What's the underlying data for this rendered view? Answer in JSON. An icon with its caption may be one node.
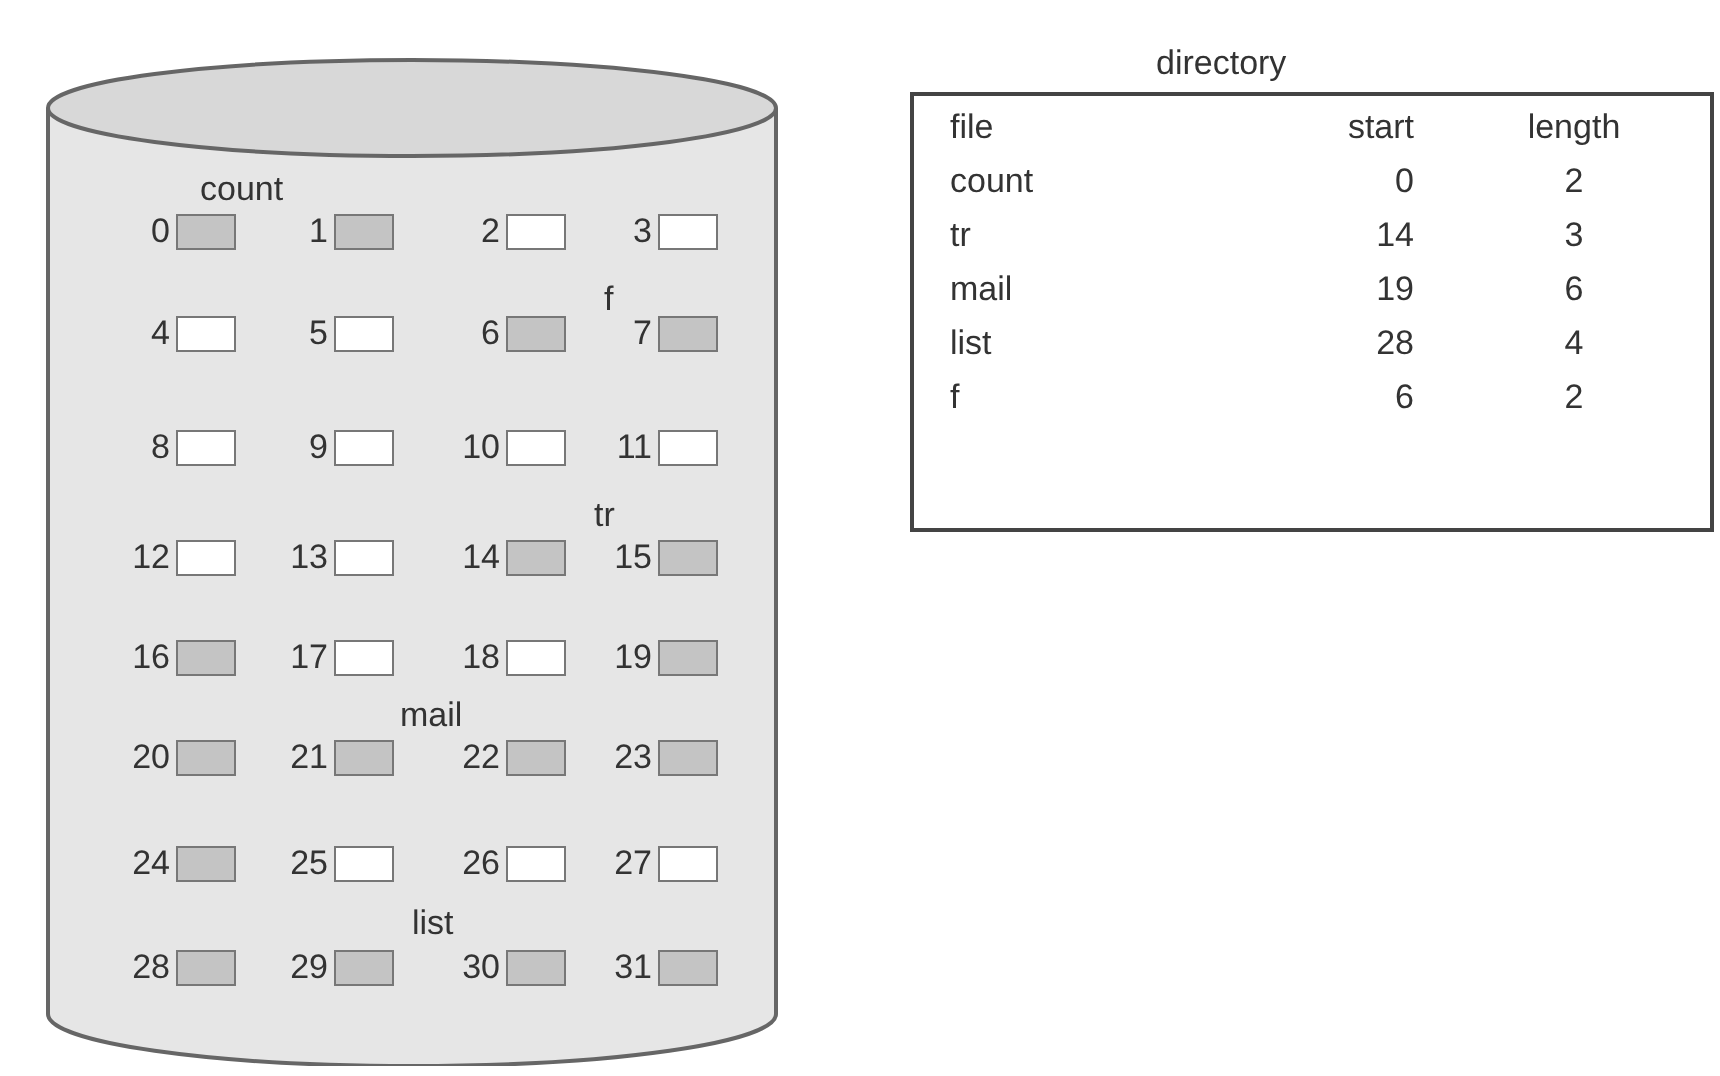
{
  "diagram": {
    "nodes": [
      {
        "text": [],
        "shape": "cylinder"
      },
      {
        "text": [],
        "shape": "box",
        "beside": [
          "0"
        ],
        "in": 0
      },
      {
        "text": [],
        "shape": "box",
        "beside": [
          "1"
        ],
        "in": 0
      },
      {
        "text": [],
        "shape": "box",
        "beside": [
          "2"
        ],
        "in": 0
      },
      {
        "text": [],
        "shape": "box",
        "beside": [
          "3"
        ],
        "in": 0
      },
      {
        "text": [],
        "shape": "box",
        "beside": [
          "4"
        ],
        "in": 0
      },
      {
        "text": [],
        "shape": "box",
        "beside": [
          "5"
        ],
        "in": 0
      },
      {
        "text": [],
        "shape": "box",
        "beside": [
          "6"
        ],
        "in": 0
      },
      {
        "text": [],
        "shape": "box",
        "beside": [
          "7"
        ],
        "in": 0
      },
      {
        "text": [],
        "shape": "box",
        "beside": [
          "8"
        ],
        "in": 0
      },
      {
        "text": [],
        "shape": "box",
        "beside": [
          "9"
        ],
        "in": 0
      },
      {
        "text": [],
        "shape": "box",
        "beside": [
          "10"
        ],
        "in": 0
      },
      {
        "text": [],
        "shape": "box",
        "beside": [
          "11"
        ],
        "in": 0
      },
      {
        "text": [],
        "shape": "box",
        "beside": [
          "12"
        ],
        "in": 0
      },
      {
        "text": [],
        "shape": "box",
        "beside": [
          "13"
        ],
        "in": 0
      },
      {
        "text": [],
        "shape": "box",
        "beside": [
          "14"
        ],
        "in": 0
      },
      {
        "text": [],
        "shape": "box",
        "beside": [
          "15"
        ],
        "in": 0
      },
      {
        "text": [],
        "shape": "box",
        "beside": [
          "16"
        ],
        "in": 0
      },
      {
        "text": [],
        "shape": "box",
        "beside": [
          "17"
        ],
        "in": 0
      },
      {
        "text": [],
        "shape": "box",
        "beside": [
          "18"
        ],
        "in": 0
      },
      {
        "text": [],
        "shape": "box",
        "beside": [
          "19"
        ],
        "in": 0
      },
      {
        "text": [],
        "shape": "box",
        "beside": [
          "20"
        ],
        "in": 0
      },
      {
        "text": [],
        "shape": "box",
        "beside": [
          "21"
        ],
        "in": 0
      },
      {
        "text": [],
        "shape": "box",
        "beside": [
          "22"
        ],
        "in": 0
      },
      {
        "text": [],
        "shape": "box",
        "beside": [
          "23"
        ],
        "in": 0
      },
      {
        "text": [],
        "shape": "box",
        "beside": [
          "24"
        ],
        "in": 0
      },
      {
        "text": [],
        "shape": "box",
        "beside": [
          "25"
        ],
        "in": 0
      },
      {
        "text": [],
        "shape": "box",
        "beside": [
          "26"
        ],
        "in": 0
      },
      {
        "text": [],
        "shape": "box",
        "beside": [
          "27"
        ],
        "in": 0
      },
      {
        "text": [],
        "shape": "box",
        "beside": [
          "28"
        ],
        "in": 0
      },
      {
        "text": [],
        "shape": "box",
        "beside": [
          "29"
        ],
        "in": 0
      },
      {
        "text": [],
        "shape": "box",
        "beside": [
          "30"
        ],
        "in": 0
      },
      {
        "text": [],
        "shape": "box",
        "beside": [
          "31"
        ],
        "in": 0
      }
    ],
    "labels": [
      "count",
      "f",
      "tr",
      "mail",
      "list",
      "directory",
      "file",
      "start",
      "length",
      "count",
      "0",
      "2",
      "tr",
      "14",
      "3",
      "mail",
      "19",
      "6",
      "list",
      "28",
      "4",
      "f",
      "6",
      "2"
    ]
  }
}
